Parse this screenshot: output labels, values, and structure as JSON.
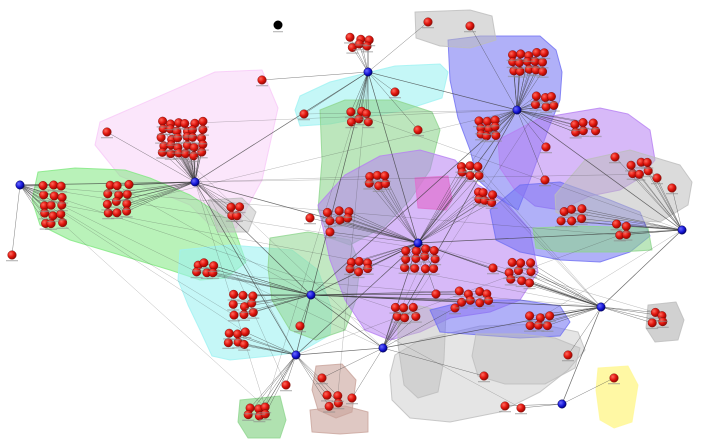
{
  "colors": {
    "background": "#ffffff",
    "red_node": "#e0140c",
    "red_node_stroke": "#7a0a05",
    "blue_node": "#1515d6",
    "blue_node_stroke": "#00005a",
    "black_node": "#000000",
    "edge": "#3a3a3a",
    "group_pink": "#f7c8f7",
    "group_cyan": "#9ff2f2",
    "group_green": "#7fe87f",
    "group_sea_green": "#8fd68f",
    "group_violet": "#b680f2",
    "group_blue": "#6f6ff2",
    "group_grey": "#bdbdbd",
    "group_magenta": "#e070d0",
    "group_yellow": "#fff79a",
    "group_brown": "#c9a49b"
  },
  "diagram": {
    "type": "network-graph",
    "groups": [
      {
        "name": "pink",
        "color": "group_pink"
      },
      {
        "name": "green-left",
        "color": "group_green"
      },
      {
        "name": "cyan-top",
        "color": "group_cyan"
      },
      {
        "name": "cyan-left",
        "color": "group_cyan"
      },
      {
        "name": "sea-green-center",
        "color": "group_sea_green"
      },
      {
        "name": "violet-center",
        "color": "group_violet"
      },
      {
        "name": "blue-top-right",
        "color": "group_blue"
      },
      {
        "name": "grey-top",
        "color": "group_grey"
      },
      {
        "name": "grey-right",
        "color": "group_grey"
      },
      {
        "name": "grey-bottom",
        "color": "group_grey"
      },
      {
        "name": "magenta-small",
        "color": "group_magenta"
      },
      {
        "name": "yellow-small",
        "color": "group_yellow"
      },
      {
        "name": "brown-small",
        "color": "group_brown"
      },
      {
        "name": "green-bottom",
        "color": "group_green"
      }
    ],
    "hub_count": 10,
    "leaf_count": 240
  }
}
